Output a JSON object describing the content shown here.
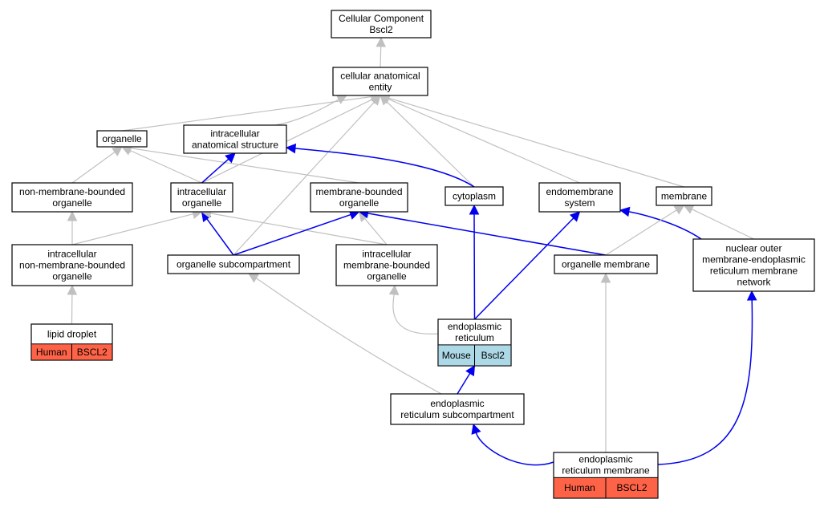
{
  "colors": {
    "gray_edge": "#c0c0c0",
    "blue_edge": "#0000ee",
    "human": "#ff6347",
    "mouse": "#add8e6",
    "node_border": "#000000",
    "background": "#ffffff"
  },
  "nodes": [
    {
      "id": "cc",
      "lines": [
        "Cellular Component",
        "Bscl2"
      ]
    },
    {
      "id": "cae",
      "lines": [
        "cellular anatomical",
        "entity"
      ]
    },
    {
      "id": "organelle",
      "lines": [
        "organelle"
      ]
    },
    {
      "id": "ias",
      "lines": [
        "intracellular",
        "anatomical structure"
      ]
    },
    {
      "id": "nmbo",
      "lines": [
        "non-membrane-bounded",
        "organelle"
      ]
    },
    {
      "id": "io",
      "lines": [
        "intracellular",
        "organelle"
      ]
    },
    {
      "id": "mbo",
      "lines": [
        "membrane-bounded",
        "organelle"
      ]
    },
    {
      "id": "cytoplasm",
      "lines": [
        "cytoplasm"
      ]
    },
    {
      "id": "endo",
      "lines": [
        "endomembrane",
        "system"
      ]
    },
    {
      "id": "membrane",
      "lines": [
        "membrane"
      ]
    },
    {
      "id": "inmbo",
      "lines": [
        "intracellular",
        "non-membrane-bounded",
        "organelle"
      ]
    },
    {
      "id": "osub",
      "lines": [
        "organelle subcompartment"
      ]
    },
    {
      "id": "imbo",
      "lines": [
        "intracellular",
        "membrane-bounded",
        "organelle"
      ]
    },
    {
      "id": "omem",
      "lines": [
        "organelle membrane"
      ]
    },
    {
      "id": "nuc",
      "lines": [
        "nuclear outer",
        "membrane-endoplasmic",
        "reticulum membrane",
        "network"
      ]
    },
    {
      "id": "lipid",
      "lines": [
        "lipid droplet"
      ],
      "species": "Human",
      "gene": "BSCL2",
      "species_color": "human"
    },
    {
      "id": "er",
      "lines": [
        "endoplasmic",
        "reticulum"
      ],
      "species": "Mouse",
      "gene": "Bscl2",
      "species_color": "mouse"
    },
    {
      "id": "ersub",
      "lines": [
        "endoplasmic",
        "reticulum subcompartment"
      ]
    },
    {
      "id": "erm",
      "lines": [
        "endoplasmic",
        "reticulum membrane"
      ],
      "species": "Human",
      "gene": "BSCL2",
      "species_color": "human"
    }
  ],
  "edges": [
    {
      "from": "cae",
      "to": "cc",
      "type": "gray"
    },
    {
      "from": "organelle",
      "to": "cae",
      "type": "gray"
    },
    {
      "from": "ias",
      "to": "cae",
      "type": "gray"
    },
    {
      "from": "osub",
      "to": "cae",
      "type": "gray"
    },
    {
      "from": "io",
      "to": "cae",
      "type": "gray"
    },
    {
      "from": "cytoplasm",
      "to": "cae",
      "type": "gray"
    },
    {
      "from": "endo",
      "to": "cae",
      "type": "gray"
    },
    {
      "from": "membrane",
      "to": "cae",
      "type": "gray"
    },
    {
      "from": "nmbo",
      "to": "organelle",
      "type": "gray"
    },
    {
      "from": "io",
      "to": "organelle",
      "type": "gray"
    },
    {
      "from": "mbo",
      "to": "organelle",
      "type": "gray"
    },
    {
      "from": "io",
      "to": "ias",
      "type": "blue"
    },
    {
      "from": "cytoplasm",
      "to": "ias",
      "type": "blue"
    },
    {
      "from": "inmbo",
      "to": "nmbo",
      "type": "gray"
    },
    {
      "from": "inmbo",
      "to": "io",
      "type": "gray"
    },
    {
      "from": "osub",
      "to": "io",
      "type": "blue"
    },
    {
      "from": "imbo",
      "to": "io",
      "type": "gray"
    },
    {
      "from": "osub",
      "to": "mbo",
      "type": "blue"
    },
    {
      "from": "imbo",
      "to": "mbo",
      "type": "gray"
    },
    {
      "from": "omem",
      "to": "mbo",
      "type": "blue"
    },
    {
      "from": "er",
      "to": "cytoplasm",
      "type": "blue"
    },
    {
      "from": "er",
      "to": "endo",
      "type": "blue"
    },
    {
      "from": "nuc",
      "to": "endo",
      "type": "blue"
    },
    {
      "from": "omem",
      "to": "membrane",
      "type": "gray"
    },
    {
      "from": "nuc",
      "to": "membrane",
      "type": "gray"
    },
    {
      "from": "lipid",
      "to": "inmbo",
      "type": "gray"
    },
    {
      "from": "ersub",
      "to": "osub",
      "type": "gray"
    },
    {
      "from": "er",
      "to": "imbo",
      "type": "gray"
    },
    {
      "from": "ersub",
      "to": "er",
      "type": "blue"
    },
    {
      "from": "erm",
      "to": "ersub",
      "type": "blue"
    },
    {
      "from": "erm",
      "to": "omem",
      "type": "gray"
    },
    {
      "from": "erm",
      "to": "nuc",
      "type": "blue"
    }
  ]
}
